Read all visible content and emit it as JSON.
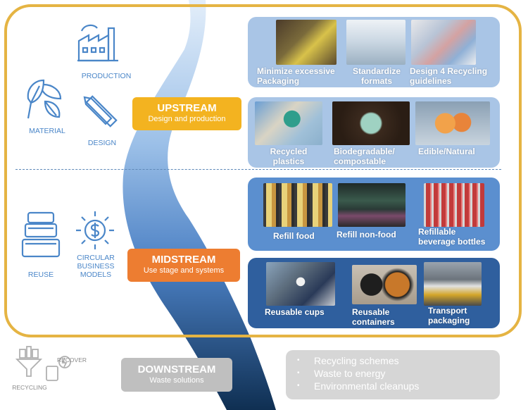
{
  "left_icons": {
    "production": "PRODUCTION",
    "material": "MATERIAL",
    "design": "DESIGN",
    "reuse": "REUSE",
    "circular": [
      "CIRCULAR",
      "BUSINESS",
      "MODELS"
    ],
    "recover": "RECOVER",
    "recycling": "RECYCLING"
  },
  "stages": {
    "upstream": {
      "title": "UPSTREAM",
      "subtitle": "Design and production",
      "color": "#f3b320"
    },
    "midstream": {
      "title": "MIDSTREAM",
      "subtitle": "Use stage and systems",
      "color": "#ed7d31"
    },
    "downstream": {
      "title": "DOWNSTREAM",
      "subtitle": "Waste solutions",
      "color": "#bfbfbf"
    }
  },
  "panels": {
    "upstream_top": [
      {
        "line1": "Minimize excessive",
        "line2": "Packaging"
      },
      {
        "line1": "Standardize",
        "line2": "formats"
      },
      {
        "line1": "Design 4 Recycling",
        "line2": "guidelines"
      }
    ],
    "upstream_bottom": [
      {
        "line1": "Recycled",
        "line2": "plastics"
      },
      {
        "line1": "Biodegradable/",
        "line2": "compostable"
      },
      {
        "line1": "Edible/Natural",
        "line2": ""
      }
    ],
    "midstream_top": [
      {
        "line1": "Refill food",
        "line2": ""
      },
      {
        "line1": "Refill non-food",
        "line2": ""
      },
      {
        "line1": "Refillable",
        "line2": "beverage bottles"
      }
    ],
    "midstream_bottom": [
      {
        "line1": "Reusable cups",
        "line2": ""
      },
      {
        "line1": "Reusable",
        "line2": "containers"
      },
      {
        "line1": "Transport",
        "line2": "packaging"
      }
    ]
  },
  "downstream_list": [
    "Recycling schemes",
    "Waste to energy",
    "Environmental cleanups"
  ],
  "colors": {
    "frame": "#e5b443",
    "river_light": "#cfe0f3",
    "river_dark": "#0f2f52",
    "icon_blue": "#4a86c8"
  }
}
